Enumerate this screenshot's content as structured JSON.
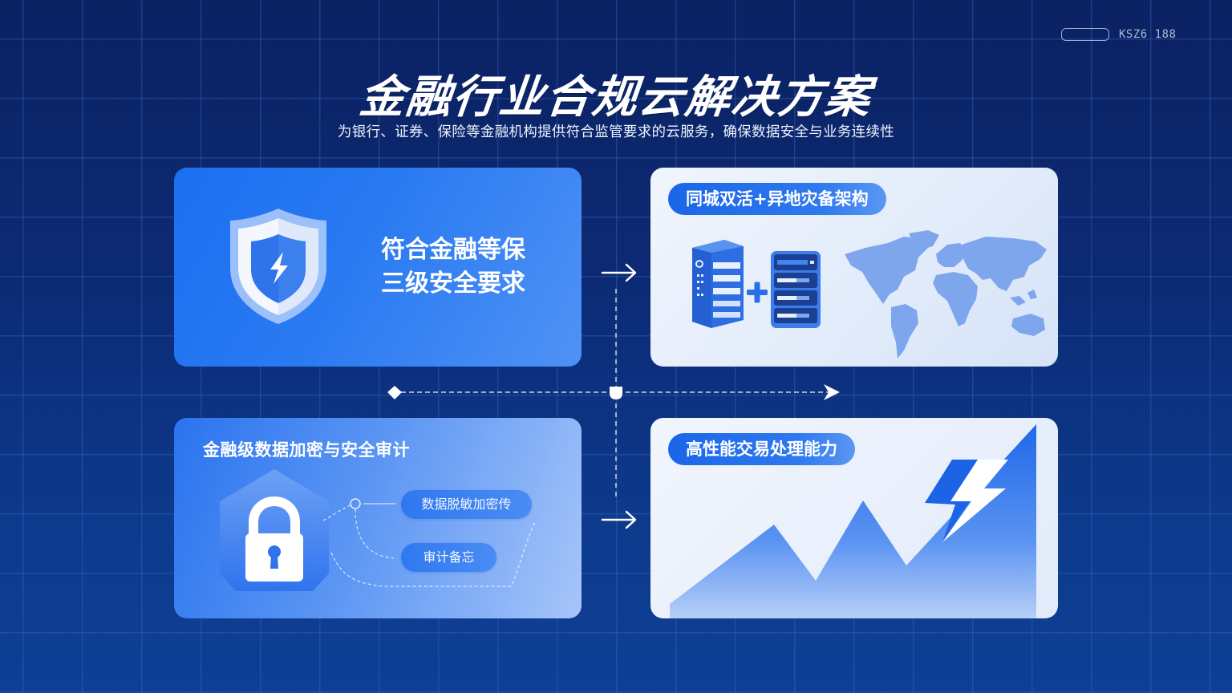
{
  "header": {
    "logo_text": "KSZ6 188",
    "title": "金融行业合规云解决方案",
    "subtitle": "为银行、证券、保险等金融机构提供符合监管要求的云服务，确保数据安全与业务连续性"
  },
  "cards": {
    "security_level": {
      "line1": "符合金融等保",
      "line2": "三级安全要求",
      "icon": "shield-lightning-icon"
    },
    "disaster_recovery": {
      "title": "同城双活+异地灾备架构",
      "icons": [
        "server-tower-icon",
        "plus-icon",
        "server-rack-icon",
        "world-map-icon"
      ]
    },
    "encryption_audit": {
      "title": "金融级数据加密与安全审计",
      "pill_1": "数据脱敏加密传",
      "pill_2": "审计备忘",
      "icon": "padlock-icon"
    },
    "performance": {
      "title": "高性能交易处理能力",
      "icons": [
        "rising-chart-icon",
        "lightning-bolt-icon"
      ]
    }
  },
  "colors": {
    "background_top": "#0b2263",
    "background_bottom": "#0e3f95",
    "accent_blue": "#1b6ff0",
    "light_card": "#eaf0fb",
    "map_blue": "#7ea6ec"
  }
}
